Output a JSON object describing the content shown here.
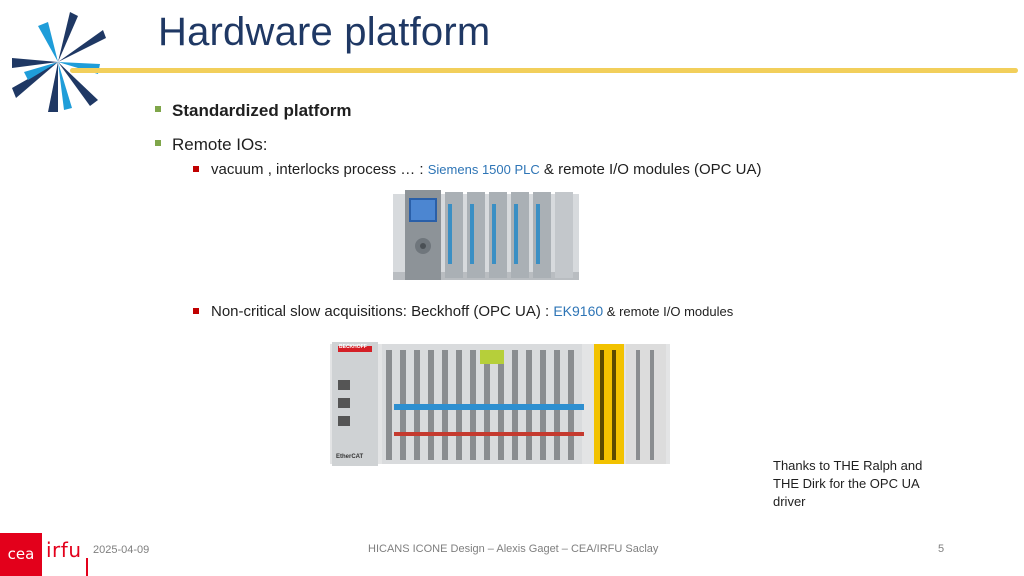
{
  "slide": {
    "title": "Hardware platform",
    "bullets": {
      "standardized": "Standardized platform",
      "remote_ios": "Remote IOs:",
      "plc_line": {
        "prefix": "vacuum , interlocks process … : ",
        "link": "Siemens 1500 PLC",
        "suffix": " & remote I/O modules (OPC UA)"
      },
      "beckhoff_line": {
        "prefix": "Non-critical slow acquisitions: Beckhoff (OPC UA) : ",
        "link": "EK9160",
        "suffix": " & remote I/O modules"
      }
    },
    "note": "Thanks to THE Ralph and THE Dirk for the OPC UA driver",
    "beckhoff_brand": "BECKHOFF",
    "ethercat_label": "EtherCAT"
  },
  "footer": {
    "date": "2025-04-09",
    "center": "HICANS ICONE Design – Alexis Gaget – CEA/IRFU Saclay",
    "page": "5",
    "cea": "cea",
    "irfu": "irfu"
  },
  "colors": {
    "title": "#1f3864",
    "rule": "#f2cf5b",
    "bullet_green": "#7fa64a",
    "bullet_red": "#c00000",
    "link": "#2e75b6",
    "cea_red": "#e3001b"
  }
}
